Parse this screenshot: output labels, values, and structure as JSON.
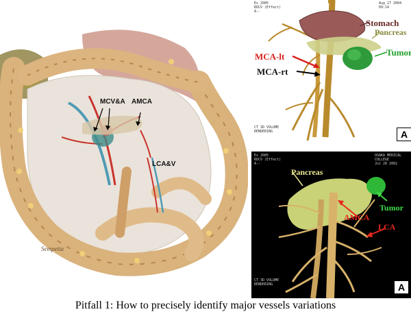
{
  "illustration": {
    "labels": {
      "mcv": "MCV&A",
      "amca": "AMCA",
      "lca": "LCA&V"
    },
    "colors": {
      "bowel": "#d9b27c",
      "bowel_shadow": "#b6864a",
      "mesentery": "#eae3db",
      "artery": "#c9342c",
      "vein": "#4f9bb4"
    }
  },
  "panel_a": {
    "labels": {
      "stomach": "Stomach",
      "pancreas": "Pancreas",
      "tumor": "Tumor",
      "mca_lt": "MCA-lt",
      "mca_rt": "MCA-rt"
    },
    "letter": "A",
    "colors": {
      "vessel": "#b98a2c",
      "stomach": "#9a5a58",
      "pancreas": "#cdd08a",
      "tumor": "#2e9a3a",
      "label_red": "#d8201c",
      "label_green": "#20a02c"
    }
  },
  "panel_b": {
    "labels": {
      "pancreas": "Pancreas",
      "tumor": "Tumor",
      "amca": "AMCA",
      "lca": "LCA"
    },
    "letter": "A",
    "colors": {
      "background": "#000000",
      "vessel": "#d8b26a",
      "pancreas": "#c9d276",
      "tumor": "#2fb838",
      "label_red": "#e8281e",
      "label_yellow": "#e8e890",
      "label_green": "#40d848"
    }
  },
  "caption": "Pitfall 1: How to precisely identify major vessels variations"
}
